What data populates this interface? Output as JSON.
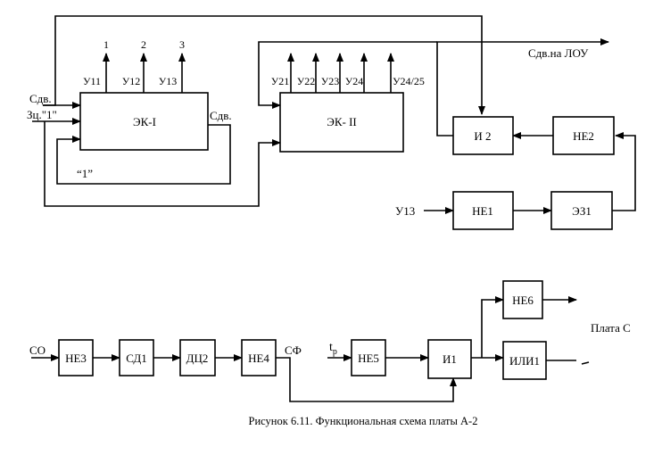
{
  "blocks": {
    "ek1": "ЭК-I",
    "ek2": "ЭК- II",
    "i2": "И 2",
    "ne2": "НЕ2",
    "ne1": "НЕ1",
    "ez1": "ЭЗ1",
    "ne3": "НЕ3",
    "sd1": "СД1",
    "dc2": "ДЦ2",
    "ne4": "НЕ4",
    "ne5": "НЕ5",
    "i1": "И1",
    "ne6": "НЕ6",
    "ili1": "ИЛИ1"
  },
  "outputs": {
    "num1": "1",
    "num2": "2",
    "num3": "3",
    "u11": "У11",
    "u12": "У12",
    "u13": "У13",
    "u21": "У21",
    "u22": "У22",
    "u23": "У23",
    "u24": "У24",
    "u2425": "У24/25"
  },
  "signals": {
    "sdv_in": "Сдв.",
    "zc1": "Зц.\"1\"",
    "sdv_out": "Сдв.",
    "one_fb": "“1”",
    "sdv_lou": "Сдв.на ЛОУ",
    "u13_in": "У13",
    "co": "СО",
    "sf": "СФ",
    "tp_main": "t",
    "tp_sub": "р",
    "plata": "Плата С"
  },
  "caption": "Рисунок 6.11. Функциональная схема платы А-2"
}
